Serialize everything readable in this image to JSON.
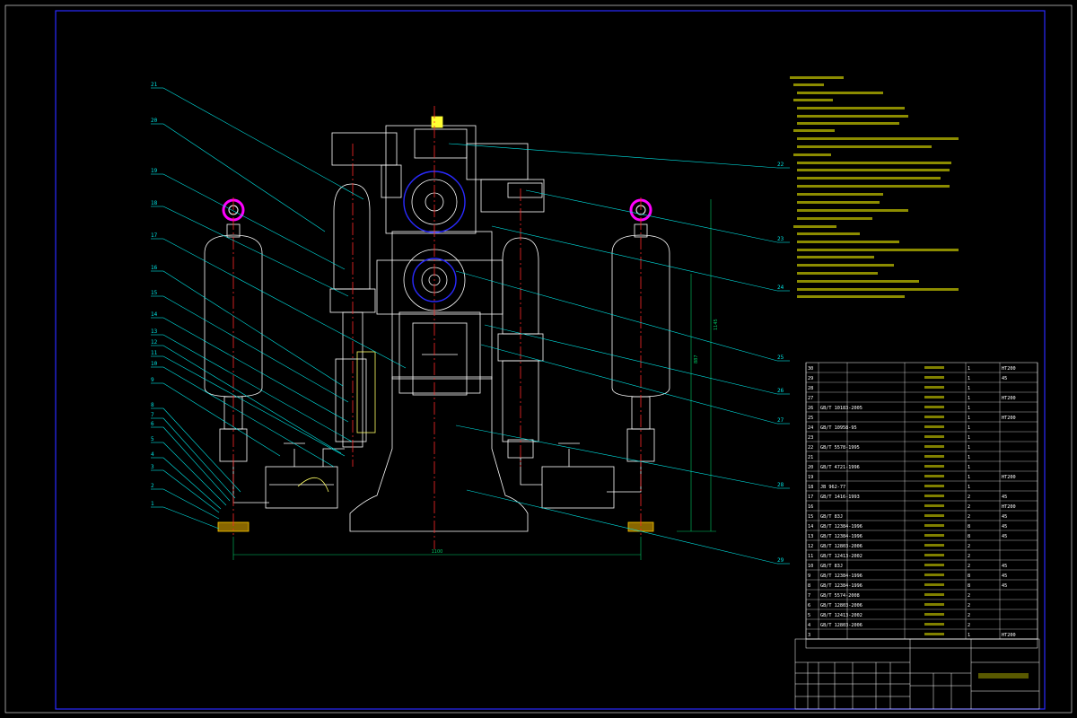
{
  "drawing": {
    "title": "",
    "dimension_labels": [
      "1100",
      "1145",
      "887"
    ],
    "callout_numbers_left": [
      "21",
      "20",
      "19",
      "18",
      "17",
      "16",
      "15",
      "14",
      "13",
      "12",
      "11",
      "10",
      "9",
      "8",
      "7",
      "6",
      "5",
      "4",
      "3",
      "2",
      "1"
    ],
    "callout_numbers_right": [
      "22",
      "23",
      "24",
      "25",
      "26",
      "27",
      "28",
      "29"
    ],
    "colors": {
      "background": "#000000",
      "border": "#2a2aff",
      "outline": "#ffffff",
      "centerline": "#ff2a2a",
      "leader": "#00e5e5",
      "notes": "#ffff00",
      "gauge": "#ff00ff",
      "dimension": "#00cc66",
      "highlight": "#ffff66"
    }
  },
  "bom": {
    "rows": [
      {
        "no": "30",
        "std": "",
        "name": "",
        "qty": "1",
        "mat": "HT200"
      },
      {
        "no": "29",
        "std": "",
        "name": "",
        "qty": "1",
        "mat": "45"
      },
      {
        "no": "28",
        "std": "",
        "name": "",
        "qty": "1",
        "mat": ""
      },
      {
        "no": "27",
        "std": "",
        "name": "",
        "qty": "1",
        "mat": "HT200"
      },
      {
        "no": "26",
        "std": "GB/T 10183-2005",
        "name": "",
        "qty": "1",
        "mat": ""
      },
      {
        "no": "25",
        "std": "",
        "name": "",
        "qty": "1",
        "mat": "HT200"
      },
      {
        "no": "24",
        "std": "GB/T 10958-95",
        "name": "",
        "qty": "1",
        "mat": ""
      },
      {
        "no": "23",
        "std": "",
        "name": "",
        "qty": "1",
        "mat": ""
      },
      {
        "no": "22",
        "std": "GB/T 5578-1995",
        "name": "",
        "qty": "1",
        "mat": ""
      },
      {
        "no": "21",
        "std": "",
        "name": "",
        "qty": "1",
        "mat": ""
      },
      {
        "no": "20",
        "std": "GB/T 4721-1996",
        "name": "",
        "qty": "1",
        "mat": ""
      },
      {
        "no": "19",
        "std": "",
        "name": "",
        "qty": "1",
        "mat": "HT200"
      },
      {
        "no": "18",
        "std": "JB 962-77",
        "name": "",
        "qty": "1",
        "mat": ""
      },
      {
        "no": "17",
        "std": "GB/T 1416-1993",
        "name": "",
        "qty": "2",
        "mat": "45"
      },
      {
        "no": "16",
        "std": "",
        "name": "",
        "qty": "2",
        "mat": "HT200"
      },
      {
        "no": "15",
        "std": "GB/T 83J",
        "name": "",
        "qty": "2",
        "mat": "45"
      },
      {
        "no": "14",
        "std": "GB/T 12384-1996",
        "name": "",
        "qty": "8",
        "mat": "45"
      },
      {
        "no": "13",
        "std": "GB/T 12384-1996",
        "name": "",
        "qty": "8",
        "mat": "45"
      },
      {
        "no": "12",
        "std": "GB/T 12803-2006",
        "name": "",
        "qty": "2",
        "mat": ""
      },
      {
        "no": "11",
        "std": "GB/T 12413-2002",
        "name": "",
        "qty": "2",
        "mat": ""
      },
      {
        "no": "10",
        "std": "GB/T 83J",
        "name": "",
        "qty": "2",
        "mat": "45"
      },
      {
        "no": "9",
        "std": "GB/T 12384-1996",
        "name": "",
        "qty": "8",
        "mat": "45"
      },
      {
        "no": "8",
        "std": "GB/T 12384-1996",
        "name": "",
        "qty": "8",
        "mat": "45"
      },
      {
        "no": "7",
        "std": "GB/T 5574-2008",
        "name": "",
        "qty": "2",
        "mat": ""
      },
      {
        "no": "6",
        "std": "GB/T 12803-2006",
        "name": "",
        "qty": "2",
        "mat": ""
      },
      {
        "no": "5",
        "std": "GB/T 12413-2002",
        "name": "",
        "qty": "2",
        "mat": ""
      },
      {
        "no": "4",
        "std": "GB/T 12803-2006",
        "name": "",
        "qty": "2",
        "mat": ""
      },
      {
        "no": "3",
        "std": "",
        "name": "",
        "qty": "1",
        "mat": "HT200"
      }
    ]
  }
}
